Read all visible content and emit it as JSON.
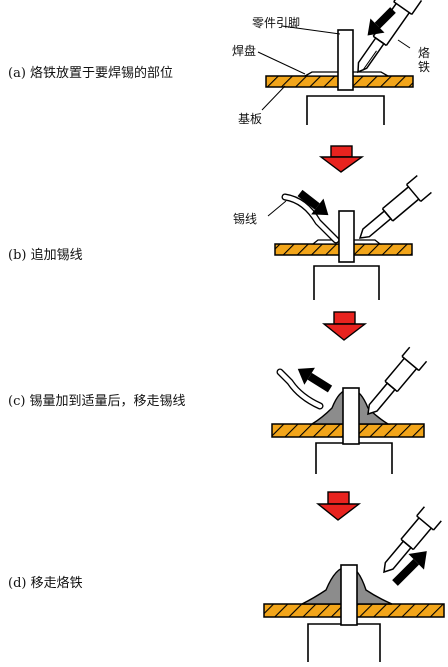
{
  "steps": [
    {
      "label": "(a) 烙铁放置于要焊锡的部位"
    },
    {
      "label": "(b) 追加锡线"
    },
    {
      "label": "(c) 锡量加到适量后，移走锡线"
    },
    {
      "label": "(d) 移走烙铁"
    }
  ],
  "callouts": {
    "component_lead": "零件引脚",
    "pad": "焊盘",
    "iron": "烙铁",
    "substrate": "基板",
    "solder_wire": "锡线"
  },
  "colors": {
    "board": "#f2a51a",
    "arrow_red": "#e8231f",
    "solder": "#8c8c8c",
    "outline": "#000000"
  },
  "icons": {
    "transition_arrow": "down-arrow-icon",
    "motion_arrow": "black-arrow-icon"
  }
}
